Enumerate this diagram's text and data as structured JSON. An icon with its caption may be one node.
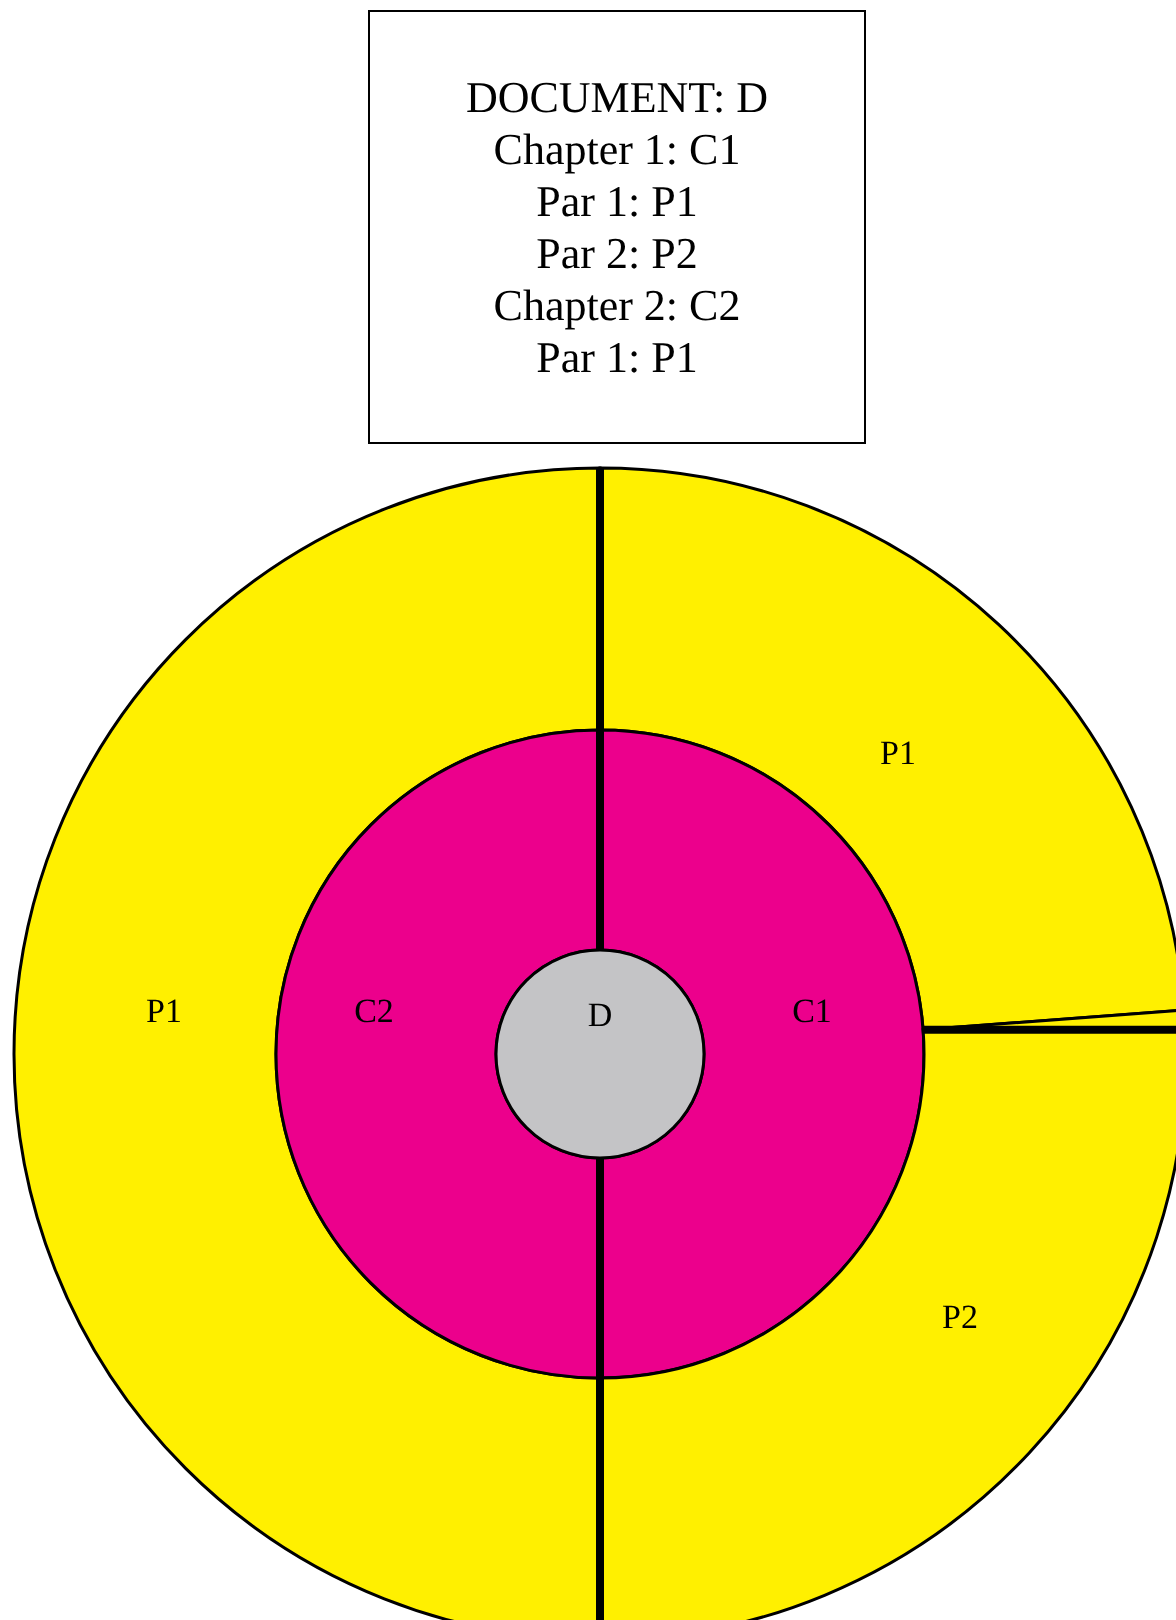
{
  "diagram": {
    "nodes": [
      {
        "text": [
          "DOCUMENT: D",
          "Chapter 1: C1",
          "Par 1: P1",
          "Par 2: P2",
          "Chapter 2: C2",
          "Par 1: P1"
        ]
      },
      {
        "text": [
          "P1"
        ]
      },
      {
        "text": [
          "P1"
        ]
      },
      {
        "text": [
          "C2"
        ]
      },
      {
        "text": [
          "D"
        ]
      },
      {
        "text": [
          "C1"
        ]
      },
      {
        "text": [
          "P2"
        ]
      }
    ],
    "edges": []
  }
}
